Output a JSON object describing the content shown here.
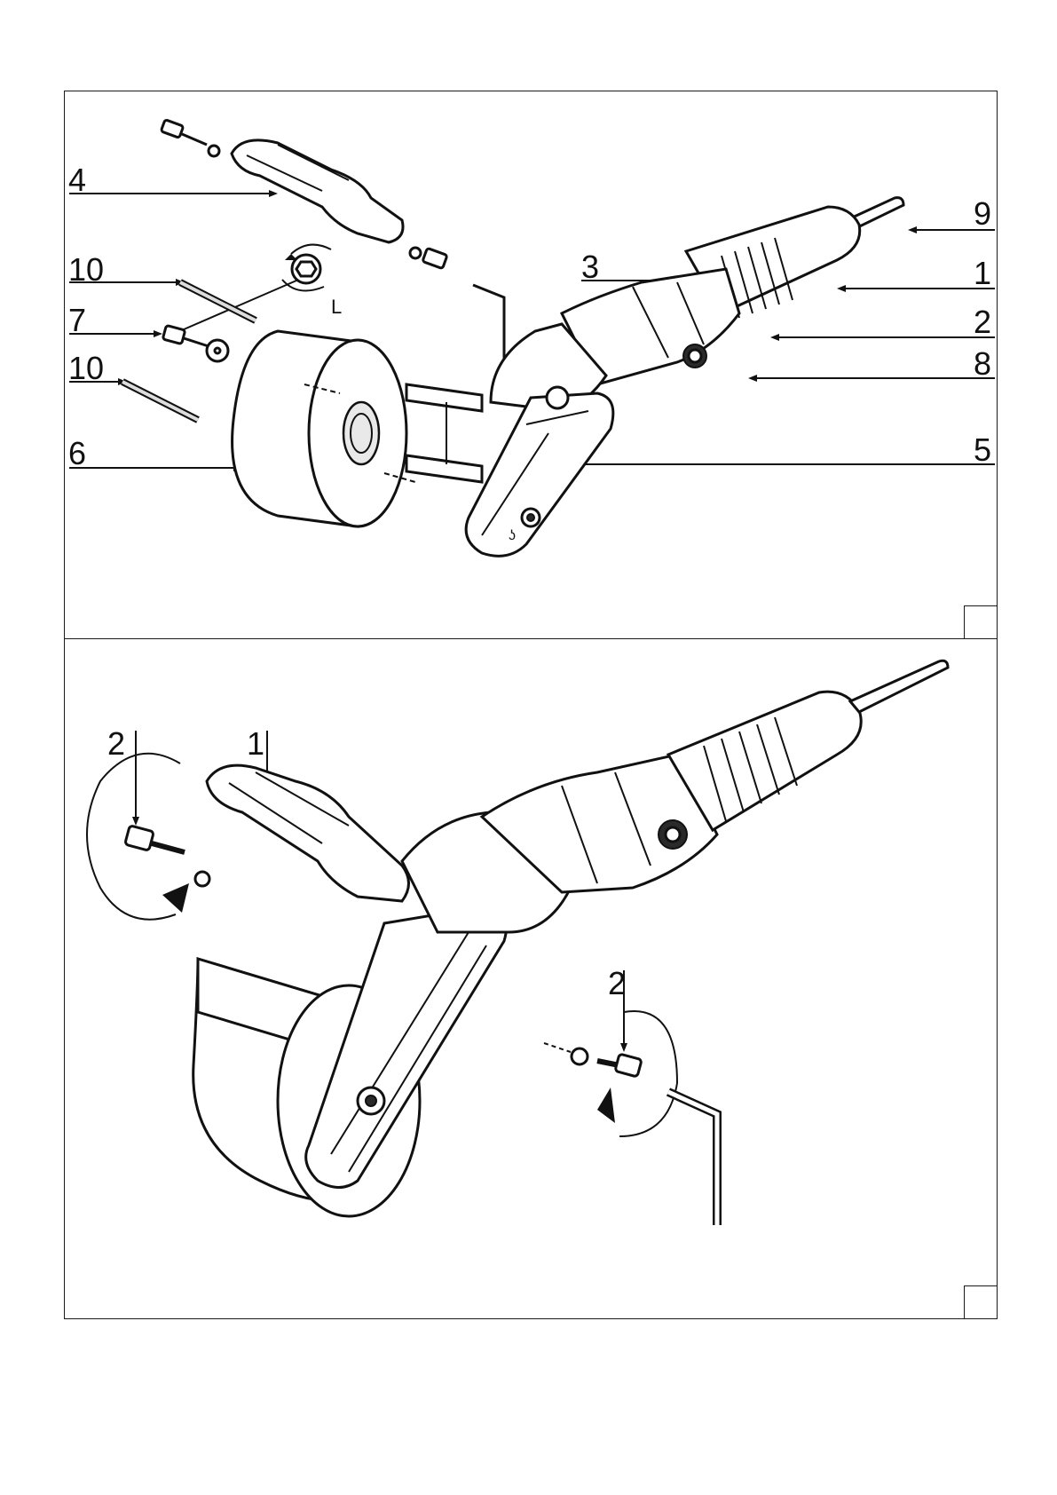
{
  "figure1": {
    "callouts": [
      {
        "id": "4",
        "text": "4"
      },
      {
        "id": "10a",
        "text": "10"
      },
      {
        "id": "7",
        "text": "7"
      },
      {
        "id": "10b",
        "text": "10"
      },
      {
        "id": "6",
        "text": "6"
      },
      {
        "id": "3",
        "text": "3"
      },
      {
        "id": "9",
        "text": "9"
      },
      {
        "id": "1",
        "text": "1"
      },
      {
        "id": "2",
        "text": "2"
      },
      {
        "id": "8",
        "text": "8"
      },
      {
        "id": "5",
        "text": "5"
      }
    ],
    "rotation_mark": "L"
  },
  "figure2": {
    "callouts": [
      {
        "id": "2a",
        "text": "2"
      },
      {
        "id": "1",
        "text": "1"
      },
      {
        "id": "2b",
        "text": "2"
      }
    ]
  }
}
